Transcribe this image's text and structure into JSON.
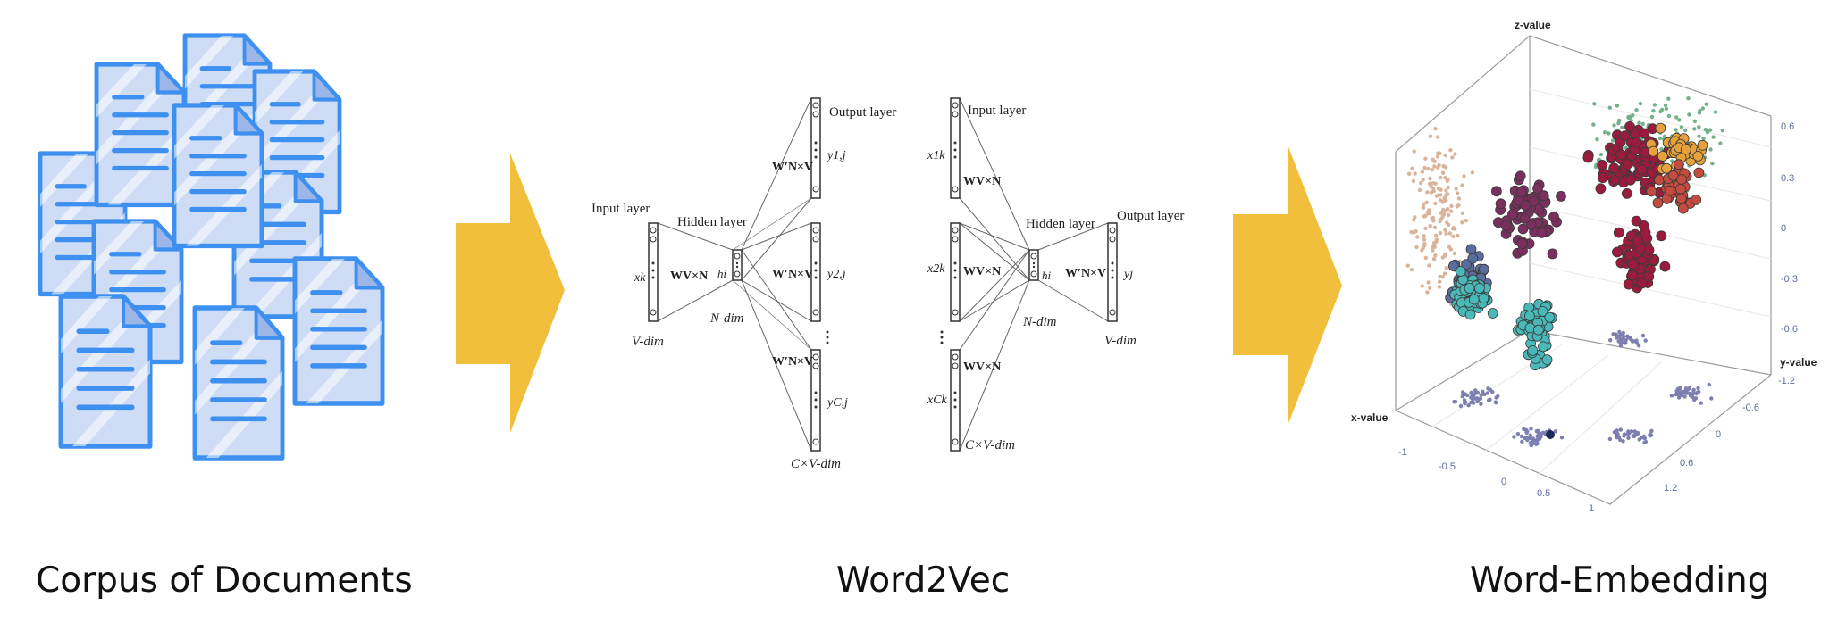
{
  "captions": {
    "corpus": "Corpus of Documents",
    "word2vec": "Word2Vec",
    "embedding": "Word-Embedding"
  },
  "colors": {
    "arrow": "#f2bf3c",
    "doc_fill": "#cfdcf5",
    "doc_stroke": "#3d8ff0",
    "doc_fold": "#9db6e8",
    "doc_lines": "#3d8ff0",
    "net_lines": "#444444",
    "cluster_colors": [
      "#d9b49a",
      "#b5623b",
      "#75b08b",
      "#e8a23c",
      "#c44b3f",
      "#9a1b3c",
      "#7b2f5f",
      "#5a6d9c",
      "#48b8b8",
      "#7c7fb0",
      "#1d2a5a"
    ]
  },
  "skipgram": {
    "input_layer": "Input layer",
    "hidden_layer": "Hidden layer",
    "output_layer": "Output layer",
    "x_k": "xk",
    "h_i": "hi",
    "w_in": "WV×N",
    "w_out": "W′N×V",
    "y1": "y1,j",
    "y2": "y2,j",
    "yc": "yC,j",
    "v_dim": "V-dim",
    "n_dim": "N-dim",
    "cv_dim": "C×V-dim"
  },
  "cbow": {
    "input_layer": "Input layer",
    "hidden_layer": "Hidden layer",
    "output_layer": "Output layer",
    "x1": "x1k",
    "x2": "x2k",
    "xc": "xCk",
    "h_i": "hi",
    "w_in": "WV×N",
    "w_out": "W′N×V",
    "y": "yj",
    "n_dim": "N-dim",
    "v_dim": "V-dim",
    "cv_dim": "C×V-dim"
  },
  "plot3d": {
    "z_label": "z-value",
    "x_label": "x-value",
    "y_label": "y-value",
    "z_ticks": [
      "0.6",
      "0.3",
      "0",
      "-0.3",
      "-0.6"
    ],
    "x_ticks": [
      "-1",
      "-0.5",
      "0",
      "0.5",
      "1"
    ],
    "y_ticks": [
      "-1.2",
      "-0.6",
      "0",
      "0.6",
      "1.2"
    ]
  }
}
